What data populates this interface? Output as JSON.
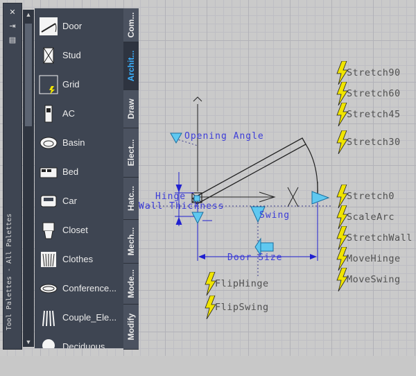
{
  "palette": {
    "title": "Tool Palettes - All Palettes",
    "items": [
      {
        "label": "Door",
        "icon": "door-icon"
      },
      {
        "label": "Stud",
        "icon": "stud-icon"
      },
      {
        "label": "Grid",
        "icon": "grid-icon"
      },
      {
        "label": "AC",
        "icon": "ac-icon"
      },
      {
        "label": "Basin",
        "icon": "basin-icon"
      },
      {
        "label": "Bed",
        "icon": "bed-icon"
      },
      {
        "label": "Car",
        "icon": "car-icon"
      },
      {
        "label": "Closet",
        "icon": "closet-icon"
      },
      {
        "label": "Clothes",
        "icon": "clothes-icon"
      },
      {
        "label": "Conference...",
        "icon": "conference-icon"
      },
      {
        "label": "Couple_Ele...",
        "icon": "couple-elevation-icon"
      },
      {
        "label": "Deciduous...",
        "icon": "tree-icon"
      }
    ],
    "tabs": [
      {
        "label": "Com...",
        "active": false
      },
      {
        "label": "Archit...",
        "active": true
      },
      {
        "label": "Draw",
        "active": false
      },
      {
        "label": "Elect...",
        "active": false
      },
      {
        "label": "Hatc...",
        "active": false
      },
      {
        "label": "Mech...",
        "active": false
      },
      {
        "label": "Mode...",
        "active": false
      },
      {
        "label": "Modify",
        "active": false
      }
    ],
    "active_tab_color": "#39b0ff"
  },
  "drawing": {
    "parameter_labels": {
      "opening_angle": "Opening Angle",
      "hinge": "Hinge",
      "wall_thickness": "Wall Thickness",
      "swing": "Swing",
      "door_size": "Door Size"
    },
    "actions_right": [
      "Stretch90",
      "Stretch60",
      "Stretch45",
      "Stretch30",
      "Stretch0",
      "ScaleArc",
      "StretchWall",
      "MoveHinge",
      "MoveSwing"
    ],
    "actions_bottom": [
      "FlipHinge",
      "FlipSwing"
    ],
    "colors": {
      "parameter": "#3c3cd8",
      "grip": "#5fc8f0",
      "action_bolt": "#f0e400",
      "geometry": "#1a1a1a"
    }
  }
}
